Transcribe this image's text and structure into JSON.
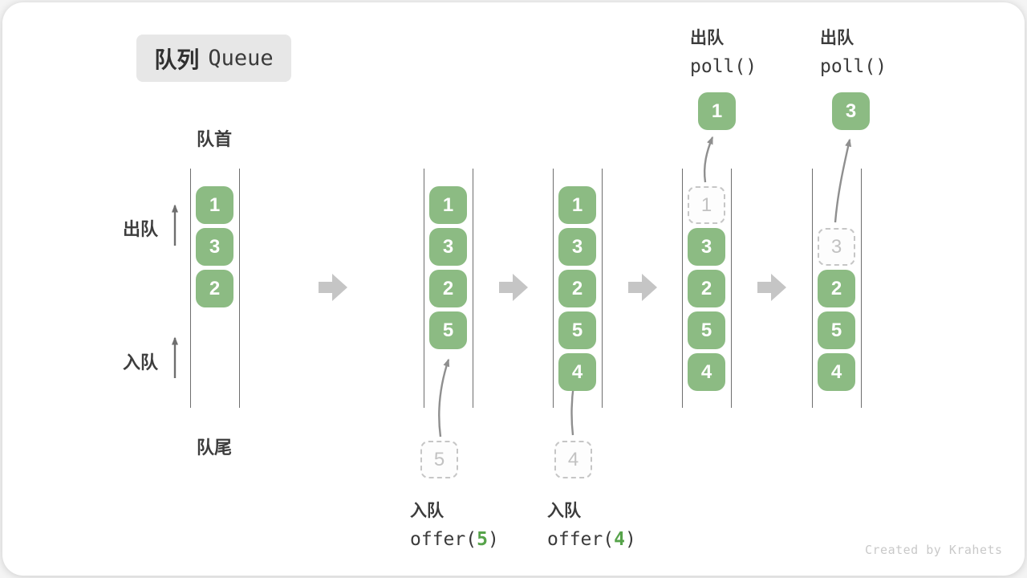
{
  "title": {
    "zh": "队列",
    "en": "Queue"
  },
  "side_labels": {
    "front": "队首",
    "rear": "队尾",
    "dequeue": "出队",
    "enqueue": "入队"
  },
  "queues": [
    {
      "name": "step-1",
      "cells": [
        {
          "slot": 0,
          "value": "1",
          "style": "solid"
        },
        {
          "slot": 1,
          "value": "3",
          "style": "solid"
        },
        {
          "slot": 2,
          "value": "2",
          "style": "solid"
        }
      ]
    },
    {
      "name": "step-2",
      "cells": [
        {
          "slot": 0,
          "value": "1",
          "style": "solid"
        },
        {
          "slot": 1,
          "value": "3",
          "style": "solid"
        },
        {
          "slot": 2,
          "value": "2",
          "style": "solid"
        },
        {
          "slot": 3,
          "value": "5",
          "style": "solid"
        }
      ]
    },
    {
      "name": "step-3",
      "cells": [
        {
          "slot": 0,
          "value": "1",
          "style": "solid"
        },
        {
          "slot": 1,
          "value": "3",
          "style": "solid"
        },
        {
          "slot": 2,
          "value": "2",
          "style": "solid"
        },
        {
          "slot": 3,
          "value": "5",
          "style": "solid"
        },
        {
          "slot": 4,
          "value": "4",
          "style": "solid"
        }
      ]
    },
    {
      "name": "step-4",
      "cells": [
        {
          "slot": 0,
          "value": "1",
          "style": "dashed"
        },
        {
          "slot": 1,
          "value": "3",
          "style": "solid"
        },
        {
          "slot": 2,
          "value": "2",
          "style": "solid"
        },
        {
          "slot": 3,
          "value": "5",
          "style": "solid"
        },
        {
          "slot": 4,
          "value": "4",
          "style": "solid"
        }
      ]
    },
    {
      "name": "step-5",
      "cells": [
        {
          "slot": 1,
          "value": "3",
          "style": "dashed"
        },
        {
          "slot": 2,
          "value": "2",
          "style": "solid"
        },
        {
          "slot": 3,
          "value": "5",
          "style": "solid"
        },
        {
          "slot": 4,
          "value": "4",
          "style": "solid"
        }
      ]
    }
  ],
  "enqueue_ops": [
    {
      "label": "入队",
      "code_pre": "offer(",
      "arg": "5",
      "code_post": ")",
      "pending_value": "5"
    },
    {
      "label": "入队",
      "code_pre": "offer(",
      "arg": "4",
      "code_post": ")",
      "pending_value": "4"
    }
  ],
  "dequeue_ops": [
    {
      "label": "出队",
      "code": "poll()",
      "removed_value": "1"
    },
    {
      "label": "出队",
      "code": "poll()",
      "removed_value": "3"
    }
  ],
  "watermark": "Created by Krahets",
  "colors": {
    "box_green": "#8cbb83",
    "code_green": "#56a34a",
    "step_arrow_gray": "#c5c5c5",
    "flow_arrow_gray": "#8f8f8f"
  }
}
